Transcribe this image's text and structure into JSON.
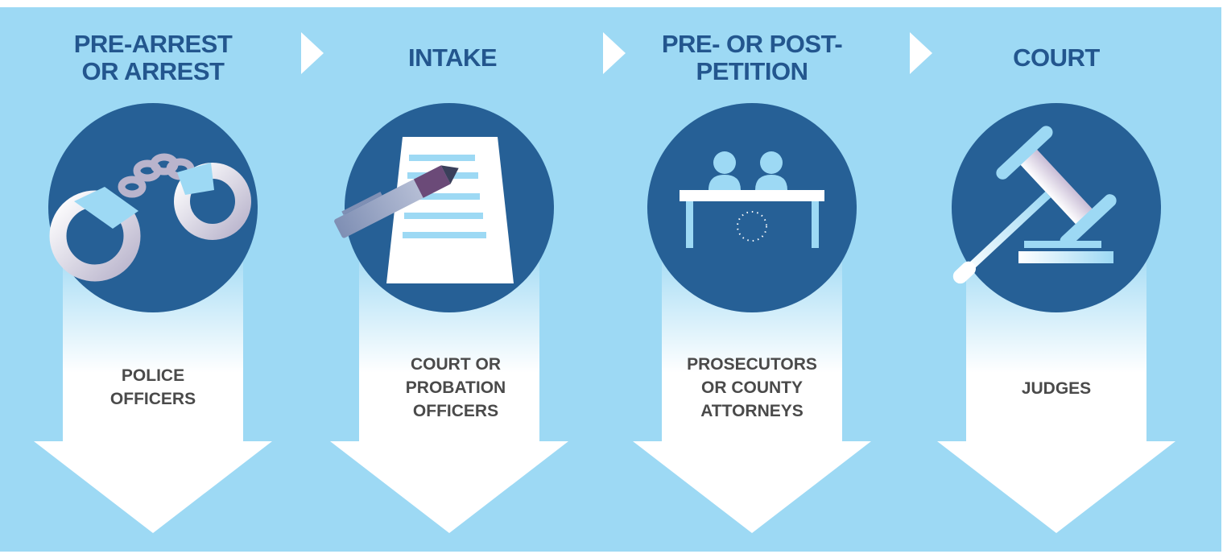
{
  "stages": [
    {
      "title": "PRE-ARREST\nOR ARREST",
      "role": "POLICE\nOFFICERS",
      "icon": "handcuffs-icon"
    },
    {
      "title": "INTAKE",
      "role": "COURT OR\nPROBATION\nOFFICERS",
      "icon": "document-pen-icon"
    },
    {
      "title": "PRE- OR POST-\nPETITION",
      "role": "PROSECUTORS\nOR COUNTY\nATTORNEYS",
      "icon": "meeting-table-icon"
    },
    {
      "title": "COURT",
      "role": "JUDGES",
      "icon": "gavel-icon"
    }
  ],
  "colors": {
    "background": "#9dd9f4",
    "circle": "#266096",
    "title_text": "#23568e",
    "role_text": "#4a4a4a",
    "icon_light": "#9dd9f4",
    "icon_accent": "#6b4a78"
  }
}
